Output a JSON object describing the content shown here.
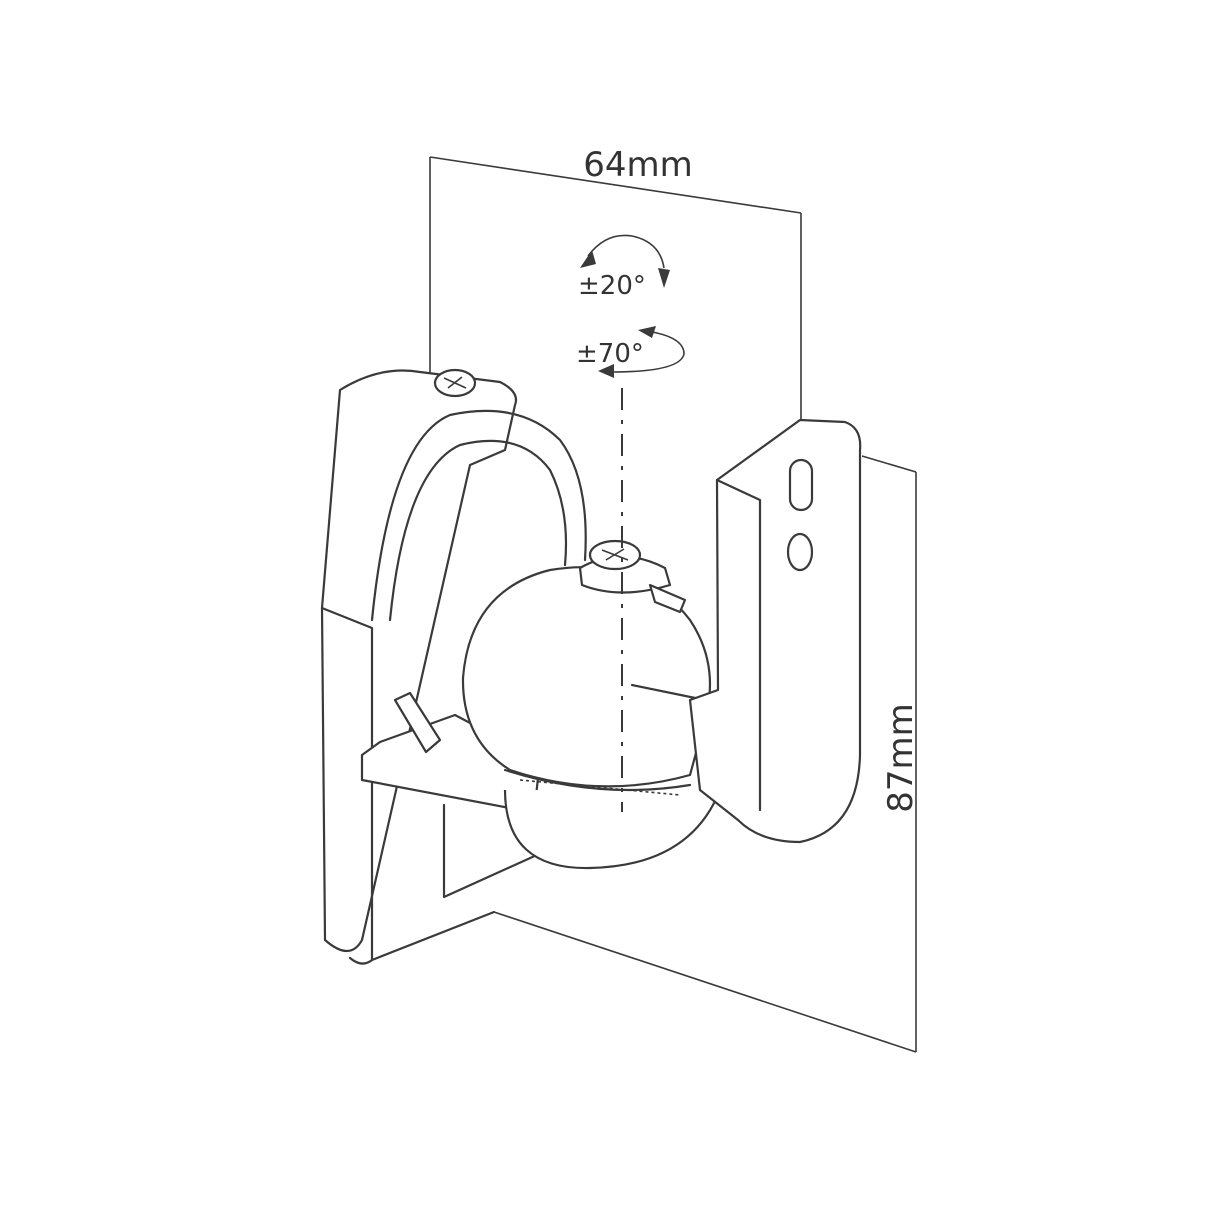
{
  "labels": {
    "width": "64mm",
    "height": "87mm",
    "tilt": "±20°",
    "swivel": "±70°"
  }
}
